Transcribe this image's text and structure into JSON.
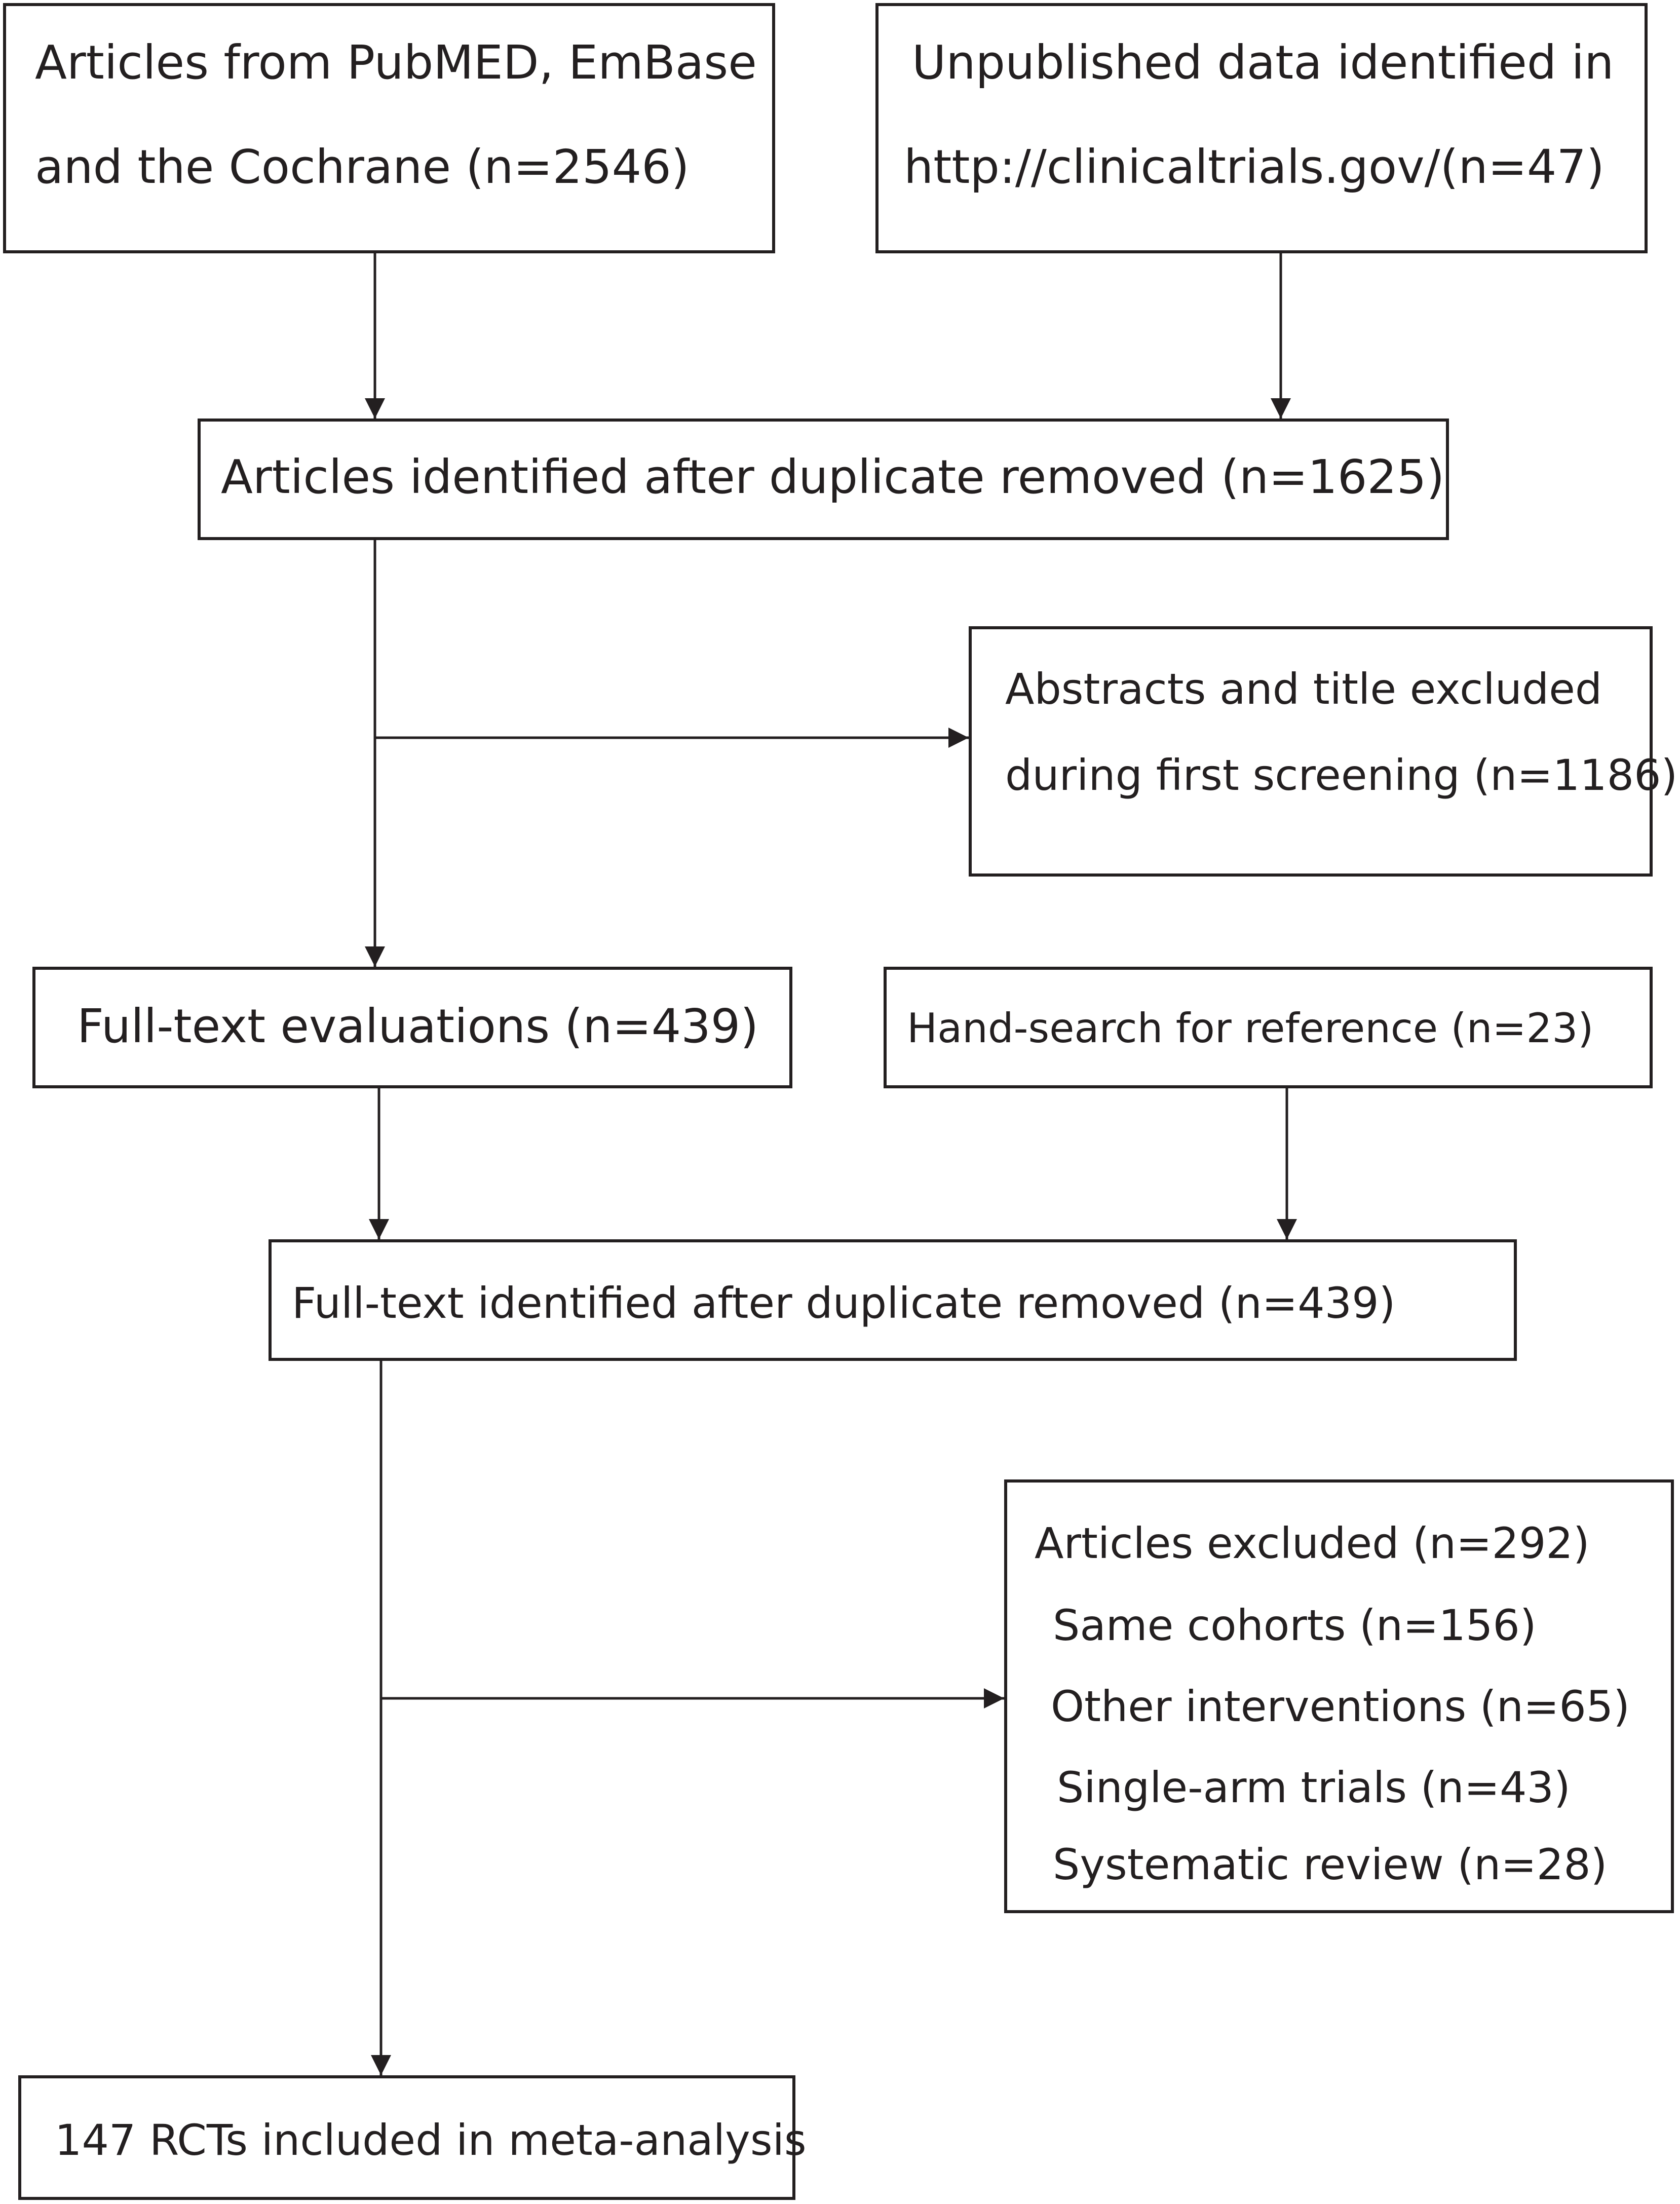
{
  "diagram": {
    "type": "flowchart",
    "stroke_color": "#231f20",
    "background_color": "#ffffff",
    "boxes": {
      "pubmed": {
        "lines": [
          "Articles from PubMED, EmBase",
          "and the Cochrane (n=2546)"
        ]
      },
      "clinicaltrials": {
        "lines": [
          "Unpublished data identified in",
          "http://clinicaltrials.gov/(n=47)"
        ]
      },
      "dedup1": {
        "lines": [
          "Articles identified after duplicate removed (n=1625)"
        ]
      },
      "abstracts_excluded": {
        "lines": [
          "Abstracts and title excluded",
          "during first screening (n=1186)"
        ]
      },
      "fulltext_eval": {
        "lines": [
          "Full-text evaluations (n=439)"
        ]
      },
      "hand_search": {
        "lines": [
          "Hand-search for reference (n=23)"
        ]
      },
      "dedup2": {
        "lines": [
          "Full-text identified after duplicate removed (n=439)"
        ]
      },
      "articles_excluded": {
        "lines": [
          "Articles excluded (n=292)",
          "Same cohorts (n=156)",
          "Other interventions (n=65)",
          "Single-arm trials (n=43)",
          "Systematic review (n=28)"
        ]
      },
      "included": {
        "lines": [
          "147 RCTs included in meta-analysis"
        ]
      }
    },
    "edges": [
      {
        "from": "pubmed",
        "to": "dedup1"
      },
      {
        "from": "clinicaltrials",
        "to": "dedup1"
      },
      {
        "from": "dedup1",
        "to": "abstracts_excluded"
      },
      {
        "from": "dedup1",
        "to": "fulltext_eval"
      },
      {
        "from": "fulltext_eval",
        "to": "dedup2"
      },
      {
        "from": "hand_search",
        "to": "dedup2"
      },
      {
        "from": "dedup2",
        "to": "articles_excluded"
      },
      {
        "from": "dedup2",
        "to": "included"
      }
    ]
  }
}
